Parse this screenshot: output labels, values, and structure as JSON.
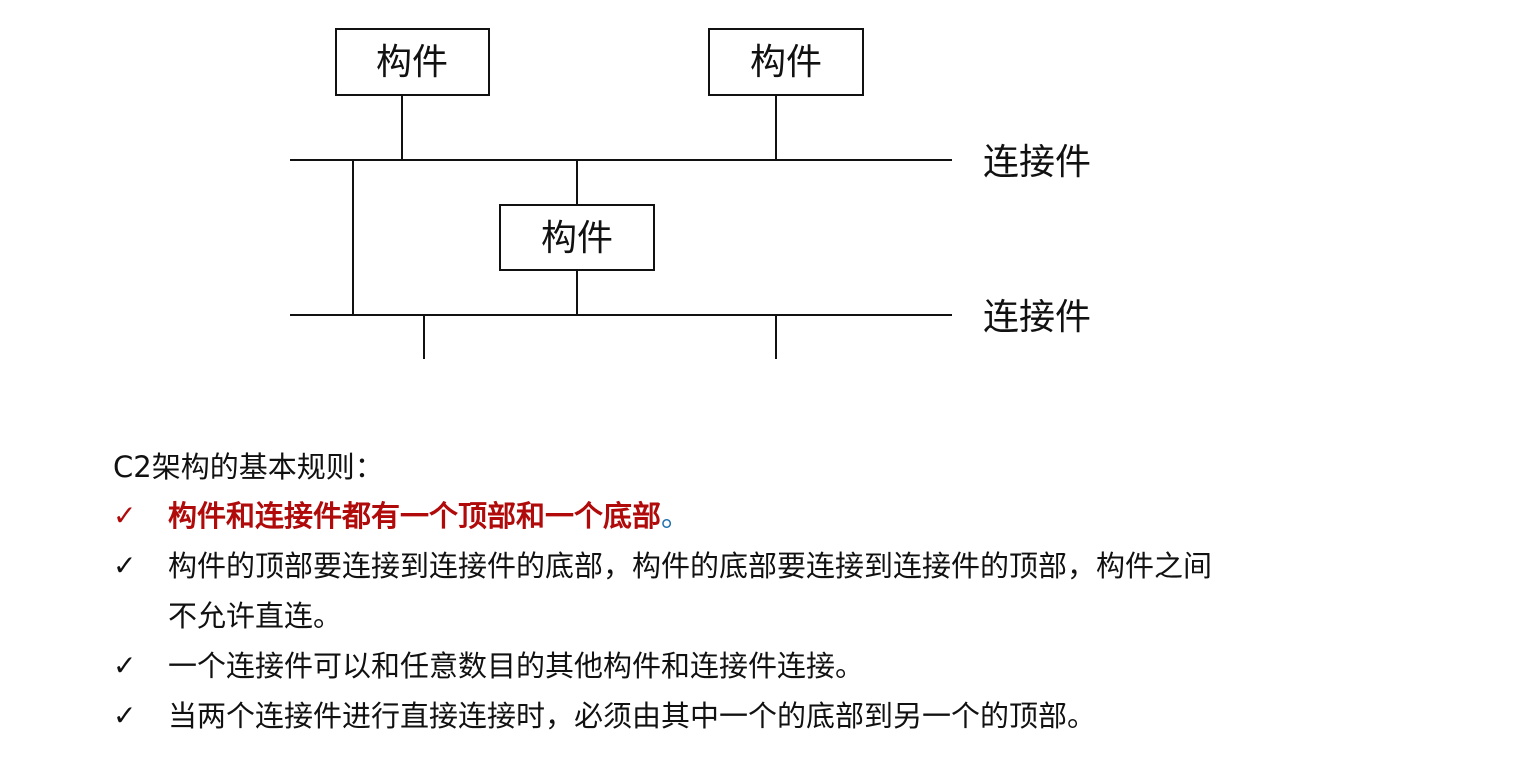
{
  "diagram": {
    "component_label": "构件",
    "connector_label": "连接件",
    "components": [
      {
        "id": "top-left",
        "label": "构件"
      },
      {
        "id": "top-right",
        "label": "构件"
      },
      {
        "id": "middle",
        "label": "构件"
      }
    ],
    "connectors": [
      {
        "id": "upper-bus",
        "label": "连接件"
      },
      {
        "id": "lower-bus",
        "label": "连接件"
      }
    ]
  },
  "rules": {
    "title": "C2架构的基本规则：",
    "check_glyph": "✓",
    "items": [
      {
        "text": "构件和连接件都有一个顶部和一个底部",
        "trail": "。"
      },
      {
        "text": "构件的顶部要连接到连接件的底部，构件的底部要连接到连接件的顶部，构件之间不允许直连。",
        "trail": ""
      },
      {
        "text": "一个连接件可以和任意数目的其他构件和连接件连接。",
        "trail": ""
      },
      {
        "text": "当两个连接件进行直接连接时，必须由其中一个的底部到另一个的顶部。",
        "trail": ""
      }
    ]
  },
  "colors": {
    "highlight": "#b00a0a",
    "period": "#1f6fb0",
    "text": "#111111"
  }
}
